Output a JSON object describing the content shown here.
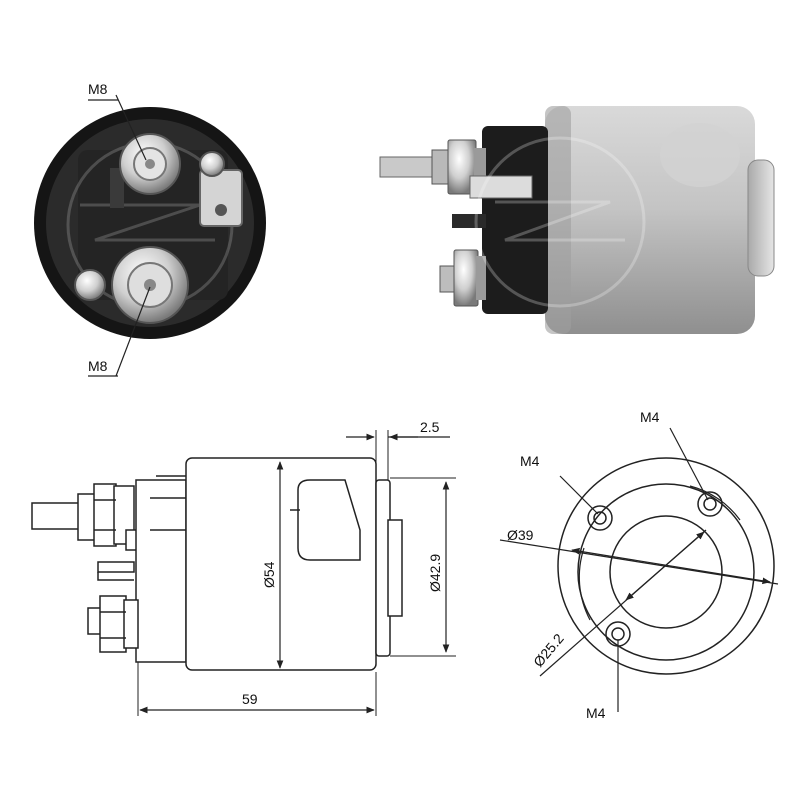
{
  "colors": {
    "background": "#ffffff",
    "line": "#222222",
    "photo_dark": "#1e1e1e",
    "photo_body": "#bfbfbf",
    "metal": "#d8d8d8"
  },
  "photo_end_view": {
    "label_top": "M8",
    "label_bottom": "M8"
  },
  "drawing_side_view": {
    "dim_length": "59",
    "dim_body_diameter": "Ø54",
    "dim_flange_diameter": "Ø42.9",
    "dim_flange_thickness": "2.5"
  },
  "drawing_front_view": {
    "label_hole_top_right": "M4",
    "label_hole_left": "M4",
    "label_hole_bottom": "M4",
    "dim_pcd": "Ø39",
    "dim_center_bore": "Ø25.2"
  }
}
